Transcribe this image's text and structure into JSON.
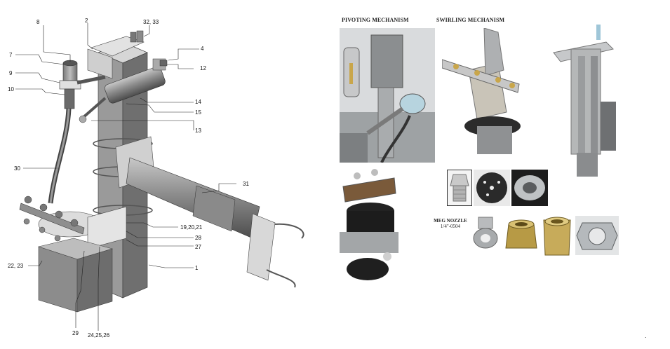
{
  "sections": {
    "pivoting": "PIVOTING MECHANISM",
    "swirling": "SWIRLING MECHANISM"
  },
  "nozzle": {
    "name": "MEG NOZZLE",
    "size": "1/4\"-0504"
  },
  "callouts": {
    "c8": "8",
    "c2": "2",
    "c32_33": "32, 33",
    "c4": "4",
    "c7": "7",
    "c12": "12",
    "c9": "9",
    "c10": "10",
    "c14": "14",
    "c15": "15",
    "c13": "13",
    "c30": "30",
    "c31": "31",
    "c19_20_21": "19,20,21",
    "c28": "28",
    "c27": "27",
    "c22_23": "22, 23",
    "c1": "1",
    "c29": "29",
    "c24_25_26": "24,25,26"
  },
  "dot": "."
}
